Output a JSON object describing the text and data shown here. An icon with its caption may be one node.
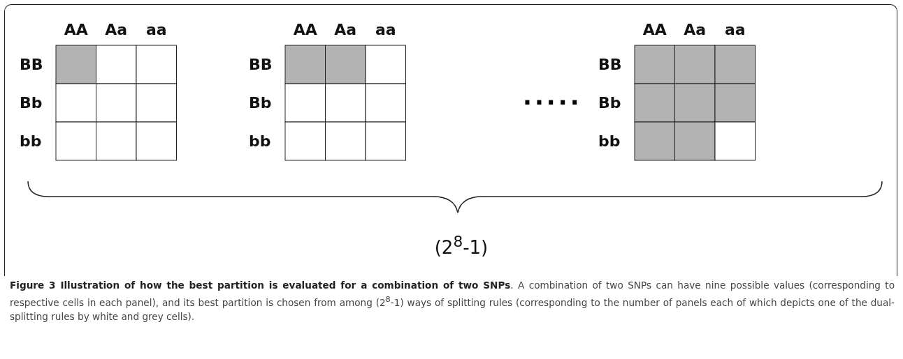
{
  "diagram": {
    "caption": "**Figure 3 Illustration of how the best partition is evaluated for a combination of two SNPs**. A combination of two SNPs can have nine possible values (corresponding to respective cells in each panel), and its best partition is chosen from among (2$^{8}$-1) ways of splitting rules (corresponding to the number of panels each of which depicts one of the dual-splitting rules by white and grey cells).",
    "labels": [
      "AA",
      "Aa",
      "aa",
      "AA",
      "Aa",
      "aa",
      "AA",
      "Aa",
      "aa",
      "BB",
      "BB",
      "BB",
      "Bb",
      "Bb",
      "·····",
      "Bb",
      "bb",
      "bb",
      "bb",
      "(2$^{8}$-1)"
    ]
  }
}
